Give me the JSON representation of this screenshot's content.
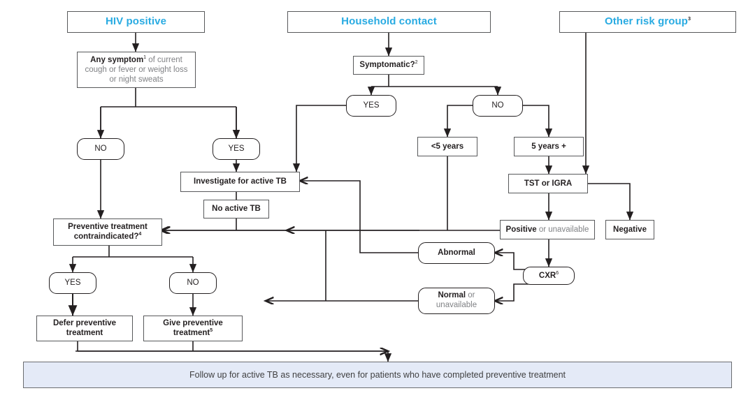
{
  "diagram": {
    "title": "TB preventive treatment algorithm",
    "accent_color": "#29abe2",
    "box_border_color": "#58595b",
    "line_color": "#231f20",
    "banner_fill": "#e4eaf7",
    "muted_text_color": "#808285"
  },
  "headers": {
    "hiv": "HIV positive",
    "household": "Household contact",
    "other_risk": "Other risk group",
    "other_risk_sup": "3"
  },
  "nodes": {
    "any_symptom_bold": "Any symptom",
    "any_symptom_sup": "1",
    "any_symptom_rest": " of current cough or fever or weight loss or night sweats",
    "hiv_no": "NO",
    "hiv_yes": "YES",
    "symptomatic": "Symptomatic?",
    "symptomatic_sup": "2",
    "sym_yes": "YES",
    "sym_no": "NO",
    "under5": "<5 years",
    "over5": "5 years +",
    "tst_igra": "TST or IGRA",
    "positive_bold": "Positive",
    "positive_rest": " or unavailable",
    "negative": "Negative",
    "investigate": "Investigate for active TB",
    "no_active_tb": "No active TB",
    "contraindicated_l1": "Preventive treatment",
    "contraindicated_l2": "contraindicated?",
    "contraindicated_sup": "4",
    "contra_yes": "YES",
    "contra_no": "NO",
    "defer_l1": "Defer preventive",
    "defer_l2": "treatment",
    "give_l1": "Give preventive",
    "give_l2": "treatment",
    "give_sup": "5",
    "abnormal": "Abnormal",
    "cxr": "CXR",
    "cxr_sup": "6",
    "normal_bold": "Normal",
    "normal_rest": " or",
    "normal_l2": "unavailable"
  },
  "banner": {
    "text": "Follow up for active TB as necessary, even for patients who have completed preventive treatment"
  }
}
